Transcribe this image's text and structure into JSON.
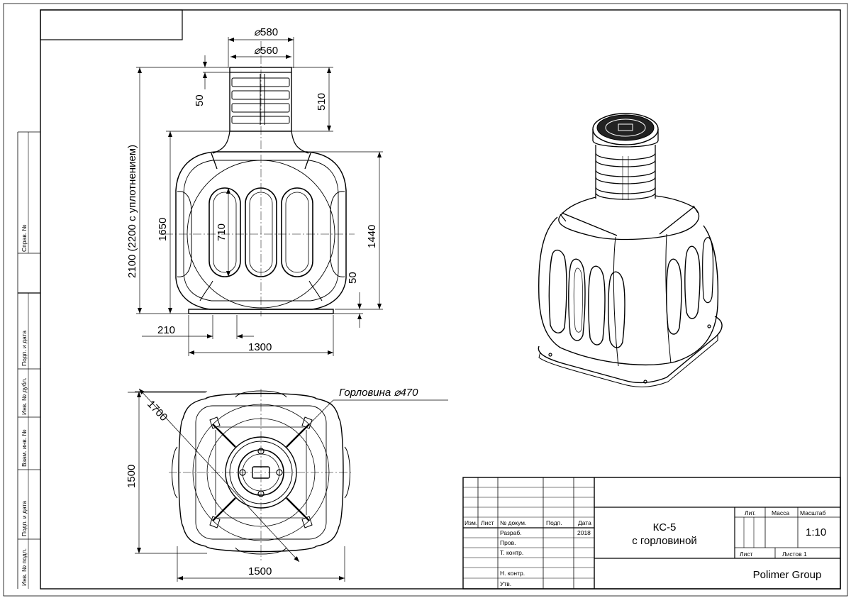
{
  "front_view": {
    "dims": {
      "d580": "580",
      "d560": "560",
      "h50_top": "50",
      "h510": "510",
      "h2100": "2100 (2200 с уплотнением)",
      "h1650": "1650",
      "h710": "710",
      "h1440": "1440",
      "h50_bottom": "50",
      "w210": "210",
      "w1300": "1300"
    }
  },
  "top_view": {
    "neck_label": "Горловина",
    "neck_diameter": "470",
    "d1700": "1700",
    "h1500": "1500",
    "w1500": "1500"
  },
  "side_stamp": [
    "Справ. №",
    "Подп. и дата",
    "Инв. № дубл.",
    "Взам. инв. №",
    "Подп. и дата",
    "Инв. № подл."
  ],
  "title_block": {
    "col_headers": [
      "Изм.",
      "Лист",
      "№ докум.",
      "Подп.",
      "Дата"
    ],
    "rows": [
      "Разраб.",
      "Пров.",
      "Т. контр.",
      "Н. контр.",
      "Утв."
    ],
    "year": "2018",
    "title_line1": "КС-5",
    "title_line2": "с горловиной",
    "lit_label": "Лит.",
    "mass_label": "Масса",
    "scale_label": "Масштаб",
    "scale_value": "1:10",
    "sheet_label": "Лист",
    "sheets_label": "Листов 1",
    "company": "Polimer Group"
  }
}
